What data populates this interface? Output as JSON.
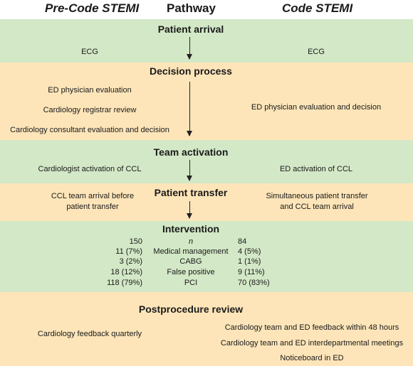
{
  "headers": {
    "left": "Pre-Code STEMI",
    "center": "Pathway",
    "right": "Code STEMI"
  },
  "sections": {
    "arrival": {
      "title": "Patient arrival",
      "left": "ECG",
      "right": "ECG"
    },
    "decision": {
      "title": "Decision process",
      "left": [
        "ED physician evaluation",
        "Cardiology registrar review",
        "Cardiology consultant evaluation and decision"
      ],
      "right": "ED physician evaluation and decision"
    },
    "activation": {
      "title": "Team activation",
      "left": "Cardiologist activation of CCL",
      "right": "ED activation of CCL"
    },
    "transfer": {
      "title": "Patient transfer",
      "left": [
        "CCL team arrival before",
        "patient transfer"
      ],
      "right": [
        "Simultaneous patient transfer",
        "and CCL team arrival"
      ]
    },
    "intervention": {
      "title": "Intervention",
      "rows": [
        {
          "left": "150",
          "label": "n",
          "right": "84"
        },
        {
          "left": "11 (7%)",
          "label": "Medical management",
          "right": "4 (5%)"
        },
        {
          "left": "3 (2%)",
          "label": "CABG",
          "right": "1 (1%)"
        },
        {
          "left": "18 (12%)",
          "label": "False positive",
          "right": "9 (11%)"
        },
        {
          "left": "118 (79%)",
          "label": "PCI",
          "right": "70 (83%)"
        }
      ]
    },
    "review": {
      "title": "Postprocedure review",
      "left": "Cardiology feedback quarterly",
      "right": [
        "Cardiology team and ED feedback within 48 hours",
        "Cardiology team and ED interdepartmental meetings",
        "Noticeboard in ED"
      ]
    }
  },
  "colors": {
    "green_band": "#d3e8c6",
    "peach_band": "#fde5b9"
  }
}
